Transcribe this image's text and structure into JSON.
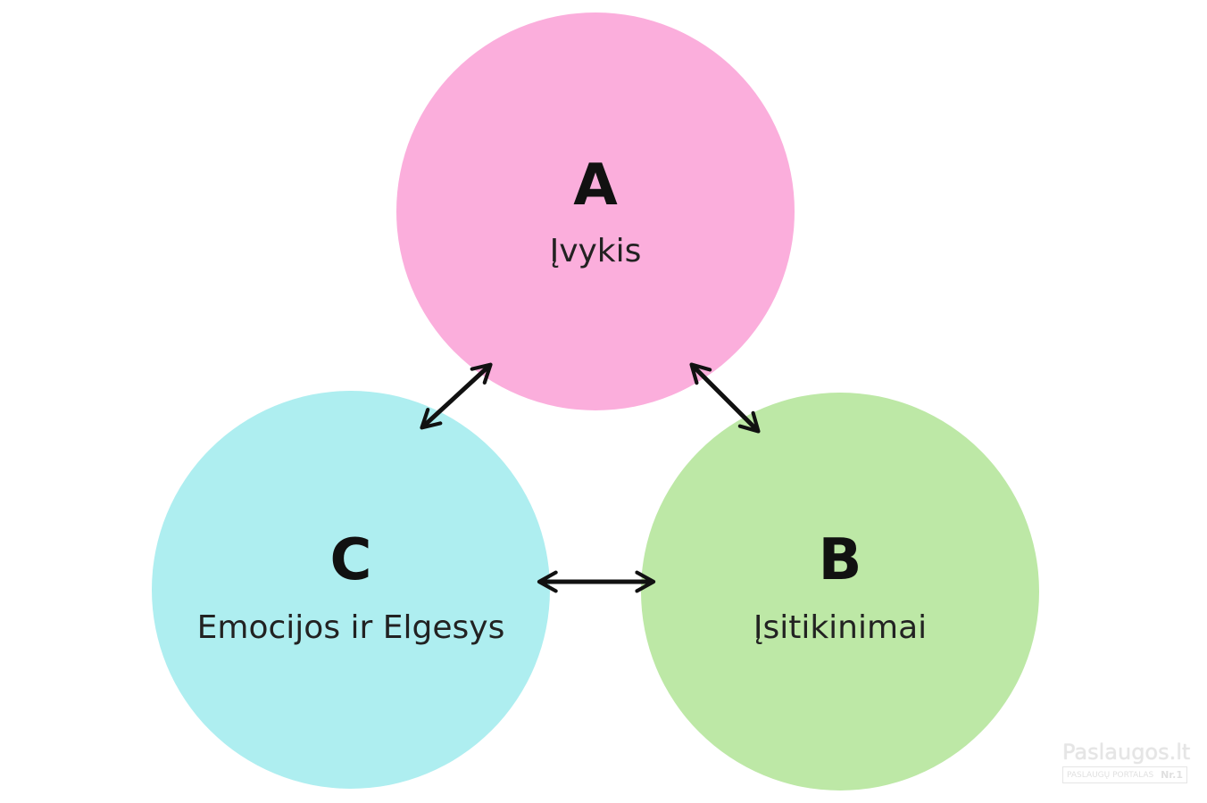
{
  "nodes": {
    "a": {
      "letter": "A",
      "label": "Įvykis",
      "color": "#FBAEDC"
    },
    "b": {
      "letter": "B",
      "label": "Įsitikinimai",
      "color": "#BDE8A6"
    },
    "c": {
      "letter": "C",
      "label": "Emocijos ir Elgesys",
      "color": "#AEEEF0"
    }
  },
  "edges": [
    {
      "from": "a",
      "to": "c",
      "type": "double-arrow"
    },
    {
      "from": "a",
      "to": "b",
      "type": "double-arrow"
    },
    {
      "from": "c",
      "to": "b",
      "type": "double-arrow"
    }
  ],
  "watermark": {
    "title": "Paslaugos.lt",
    "subtitle": "PASLAUGŲ PORTALAS",
    "badge": "Nr.1"
  },
  "colors": {
    "arrow": "#111111"
  }
}
